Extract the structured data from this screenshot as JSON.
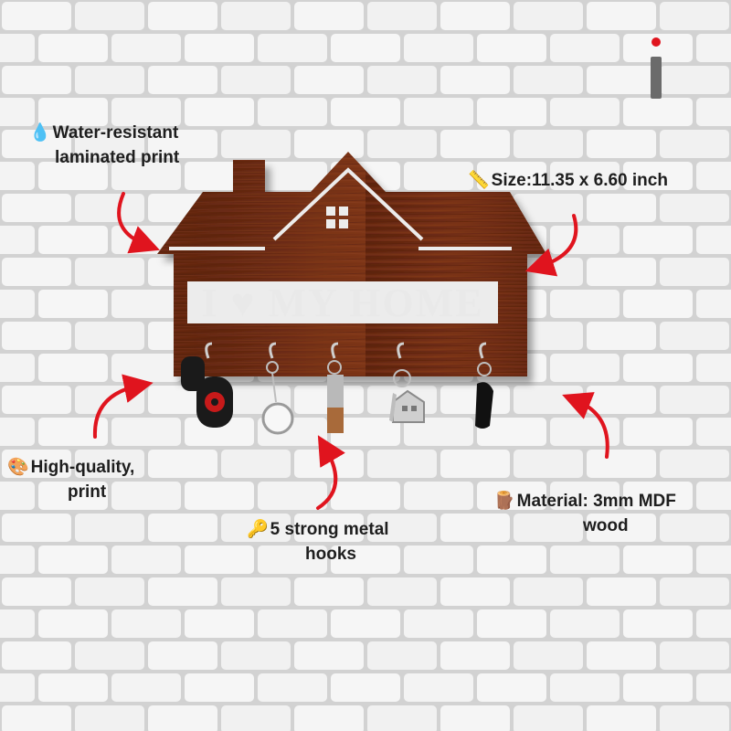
{
  "product": {
    "plaque_text": "I ♥ MY HOME",
    "hook_count": 5
  },
  "callouts": {
    "water": {
      "icon": "droplet-icon",
      "emoji": "💧",
      "line1": "Water-resistant",
      "line2": "laminated print"
    },
    "size": {
      "icon": "ruler-icon",
      "emoji": "📏",
      "line1": "Size:11.35 x 6.60 inch"
    },
    "quality": {
      "icon": "palette-icon",
      "emoji": "🎨",
      "line1": "High-quality,",
      "line2": "print"
    },
    "hooks": {
      "icon": "key-icon",
      "emoji": "🔑",
      "line1": "5 strong metal",
      "line2": "hooks"
    },
    "material": {
      "icon": "wood-log-icon",
      "emoji": "🪵",
      "line1": "Material: 3mm MDF",
      "line2": "wood"
    }
  },
  "colors": {
    "wall": "#f4f4f4",
    "mortar": "#d4d4d4",
    "wood": "#6b2a12",
    "wood_light": "#8a3a1a",
    "arrow": "#e0141e",
    "text": "#1e1e1e"
  }
}
